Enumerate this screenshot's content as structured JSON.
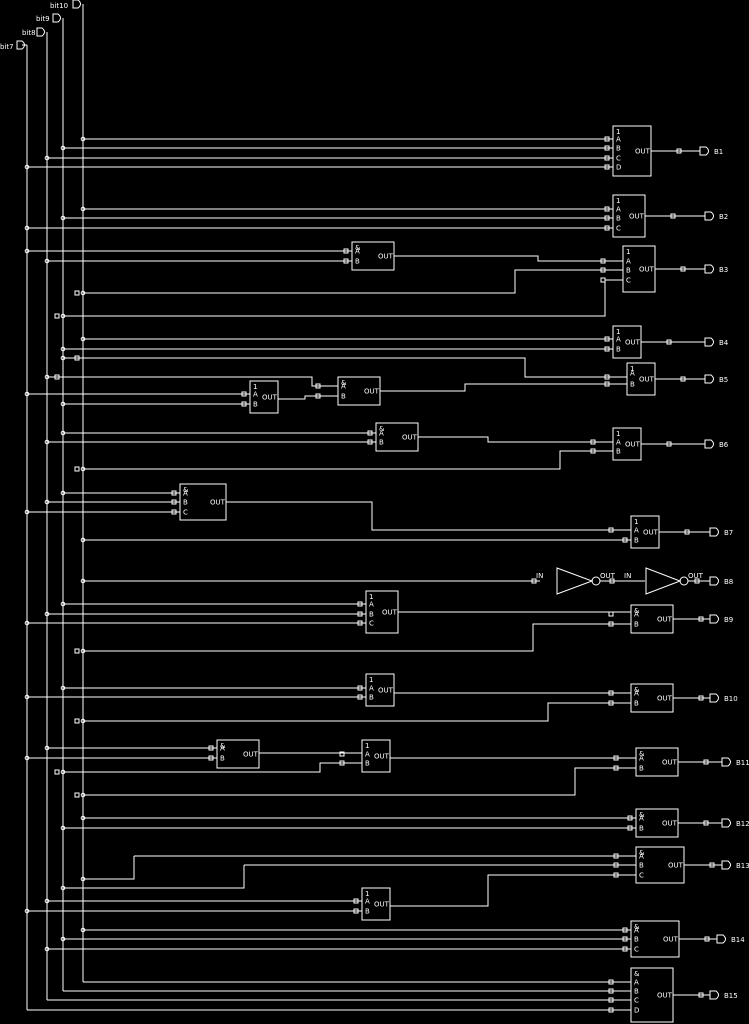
{
  "inputs": [
    "bit7",
    "bit8",
    "bit9",
    "bit10"
  ],
  "gate_labels": {
    "or": "1",
    "and": "&",
    "out": "OUT",
    "in": "IN",
    "a": "A",
    "b": "B",
    "c": "C",
    "d": "D"
  },
  "outputs": [
    "B1",
    "B2",
    "B3",
    "B4",
    "B5",
    "B6",
    "B7",
    "B8",
    "B9",
    "B10",
    "B11",
    "B12",
    "B13",
    "B14",
    "B15"
  ],
  "colors": {
    "background": "#000000",
    "wire": "#ffffff"
  }
}
